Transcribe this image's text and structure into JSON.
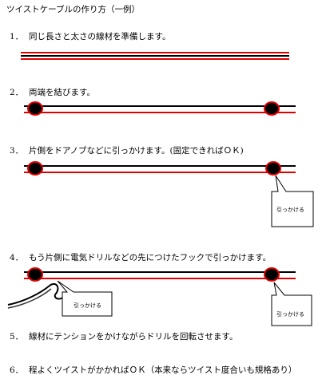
{
  "title": "ツイストケーブルの作り方（一例）",
  "steps": [
    {
      "num": "1．",
      "text": "同じ長さと太さの線材を準備します。"
    },
    {
      "num": "2．",
      "text": "両端を結びます。"
    },
    {
      "num": "3．",
      "text": "片側をドアノブなどに引っかけます。(固定できればＯＫ)"
    },
    {
      "num": "4．",
      "text": "もう片側に電気ドリルなどの先につけたフックで引っかけます。"
    },
    {
      "num": "5．",
      "text": "線材にテンションをかけながらドリルを回転させます。"
    },
    {
      "num": "6．",
      "text": "程よくツイストがかかればＯＫ（本来ならツイスト度合いも規格あり）"
    }
  ],
  "callouts": {
    "step3_hook": "引っかける",
    "step4_left_hook": "引っかける",
    "step4_right_hook": "引っかける"
  },
  "colors": {
    "wire_black": "#000000",
    "wire_red": "#e00000",
    "knot_ring": "#e00000"
  }
}
